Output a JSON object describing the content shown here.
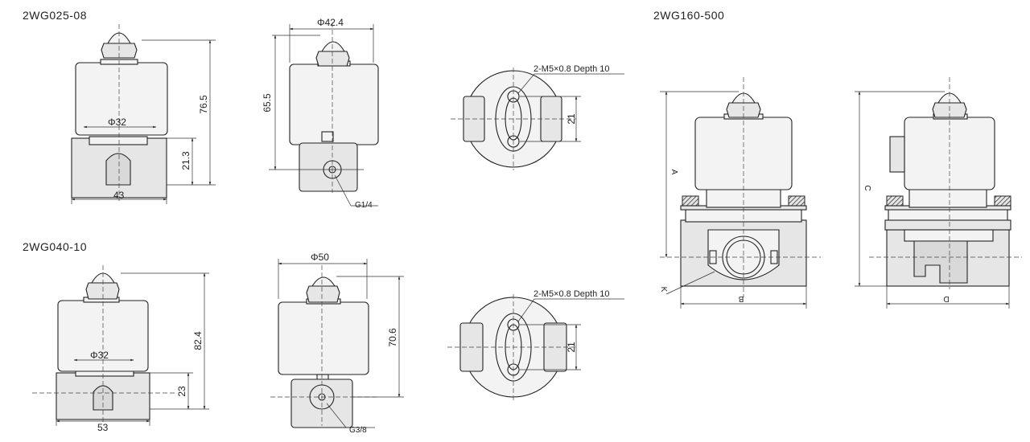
{
  "models": {
    "m1": {
      "label": "2WG025-08"
    },
    "m2": {
      "label": "2WG040-10"
    },
    "m3": {
      "label": "2WG160-500"
    }
  },
  "dims": {
    "m1": {
      "phi_coil": "Φ32",
      "height_total": "76.5",
      "height_body": "21.3",
      "width_body": "43",
      "phi_side": "Φ42.4",
      "height_side": "65.5",
      "port": "G1/4",
      "mount": "2-M5×0.8 Depth 10",
      "mount_spacing": "21"
    },
    "m2": {
      "phi_coil": "Φ32",
      "height_total": "82.4",
      "height_body": "23",
      "width_body": "53",
      "phi_side": "Φ50",
      "height_side": "70.6",
      "port": "G3/8",
      "mount": "2-M5×0.8 Depth 10",
      "mount_spacing": "21"
    },
    "m3": {
      "a": "A",
      "b": "B",
      "c": "C",
      "d": "D",
      "k": "K"
    }
  }
}
